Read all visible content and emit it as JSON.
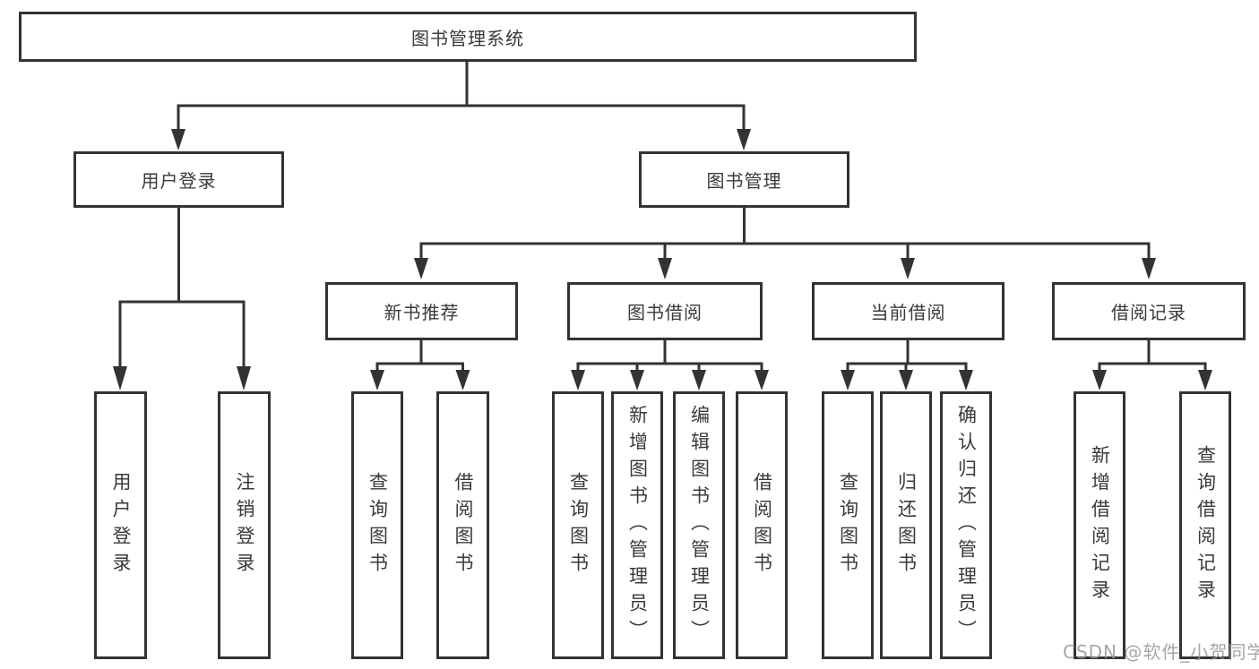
{
  "tree": {
    "label": "图书管理系统",
    "children": [
      {
        "label": "用户登录",
        "children": [
          {
            "label": "用户登录"
          },
          {
            "label": "注销登录"
          }
        ]
      },
      {
        "label": "图书管理",
        "children": [
          {
            "label": "新书推荐",
            "children": [
              {
                "label": "查询图书"
              },
              {
                "label": "借阅图书"
              }
            ]
          },
          {
            "label": "图书借阅",
            "children": [
              {
                "label": "查询图书"
              },
              {
                "label": "新增图书（管理员）"
              },
              {
                "label": "编辑图书（管理员）"
              },
              {
                "label": "借阅图书"
              }
            ]
          },
          {
            "label": "当前借阅",
            "children": [
              {
                "label": "查询图书"
              },
              {
                "label": "归还图书"
              },
              {
                "label": "确认归还（管理员）"
              }
            ]
          },
          {
            "label": "借阅记录",
            "children": [
              {
                "label": "新增借阅记录"
              },
              {
                "label": "查询借阅记录"
              }
            ]
          }
        ]
      }
    ]
  },
  "watermark": {
    "text": "CSDN @软件_小贺同学"
  },
  "colors": {
    "line": "#333333",
    "box_border": "#333333",
    "box_background": "#ffffff",
    "text": "#3a3a3a",
    "page_background": "#ffffff",
    "watermark": "#969696"
  }
}
